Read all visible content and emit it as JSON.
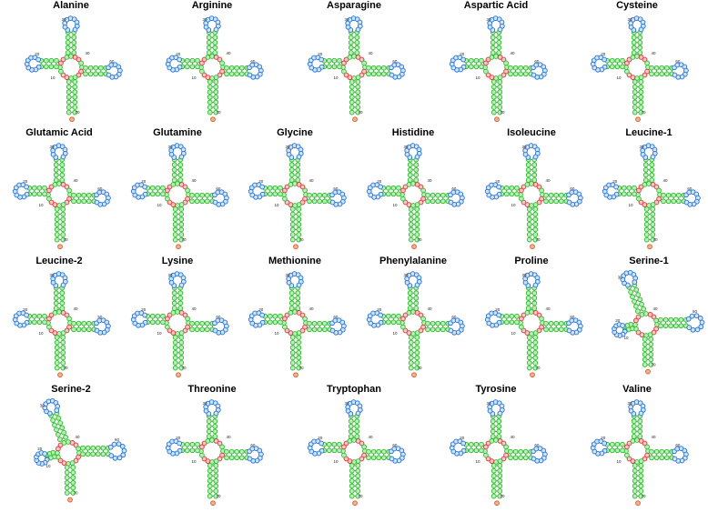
{
  "colors": {
    "stem": "#2eb82e",
    "stem_fill": "#b8f0b8",
    "loop": "#1f6fd1",
    "loop_fill": "#cfe3fb",
    "junction": "#d83030",
    "junction_fill": "#f7c8c8",
    "terminal": "#d45a2a"
  },
  "panels": [
    {
      "name": "Alanine",
      "shape": "std",
      "labels": [
        "30",
        "40",
        "20",
        "10",
        "60",
        "70"
      ]
    },
    {
      "name": "Arginine",
      "shape": "std",
      "labels": [
        "30",
        "40",
        "20",
        "10",
        "60",
        "70"
      ]
    },
    {
      "name": "Asparagine",
      "shape": "std",
      "labels": [
        "30",
        "40",
        "20",
        "10",
        "60",
        "70"
      ]
    },
    {
      "name": "Aspartic Acid",
      "shape": "std",
      "labels": [
        "30",
        "40",
        "20",
        "10",
        "60",
        "70"
      ]
    },
    {
      "name": "Cysteine",
      "shape": "std",
      "labels": [
        "30",
        "40",
        "20",
        "10",
        "60",
        "70"
      ]
    },
    {
      "name": "Glutamic Acid",
      "shape": "std",
      "labels": [
        "30",
        "40",
        "20",
        "10",
        "60",
        "70"
      ]
    },
    {
      "name": "Glutamine",
      "shape": "std",
      "labels": [
        "30",
        "40",
        "20",
        "10",
        "60",
        "70"
      ]
    },
    {
      "name": "Glycine",
      "shape": "std",
      "labels": [
        "30",
        "40",
        "20",
        "10",
        "60",
        "70"
      ]
    },
    {
      "name": "Histidine",
      "shape": "std",
      "labels": [
        "30",
        "40",
        "20",
        "10",
        "60",
        "70"
      ]
    },
    {
      "name": "Isoleucine",
      "shape": "std",
      "labels": [
        "30",
        "40",
        "20",
        "10",
        "60",
        "70"
      ]
    },
    {
      "name": "Leucine-1",
      "shape": "std",
      "labels": [
        "30",
        "40",
        "20",
        "10",
        "60",
        "70"
      ]
    },
    {
      "name": "Leucine-2",
      "shape": "std",
      "labels": [
        "30",
        "40",
        "20",
        "10",
        "50",
        "70"
      ]
    },
    {
      "name": "Lysine",
      "shape": "std",
      "labels": [
        "30",
        "40",
        "20",
        "10",
        "60",
        "70"
      ]
    },
    {
      "name": "Methionine",
      "shape": "std",
      "labels": [
        "30",
        "40",
        "20",
        "10",
        "60",
        "70"
      ]
    },
    {
      "name": "Phenylalanine",
      "shape": "std",
      "labels": [
        "30",
        "40",
        "20",
        "10",
        "60",
        "70"
      ]
    },
    {
      "name": "Proline",
      "shape": "std",
      "labels": [
        "30",
        "40",
        "20",
        "10",
        "60",
        "70"
      ]
    },
    {
      "name": "Serine-1",
      "shape": "ser",
      "labels": [
        "30",
        "40",
        "20",
        "10",
        "50",
        "70"
      ]
    },
    {
      "name": "Serine-2",
      "shape": "ser",
      "labels": [
        "30",
        "40",
        "20",
        "10",
        "60",
        "70"
      ]
    },
    {
      "name": "Threonine",
      "shape": "std",
      "labels": [
        "30",
        "40",
        "20",
        "10",
        "60",
        "70"
      ]
    },
    {
      "name": "Tryptophan",
      "shape": "std",
      "labels": [
        "30",
        "40",
        "20",
        "10",
        "60",
        "70"
      ]
    },
    {
      "name": "Tyrosine",
      "shape": "std",
      "labels": [
        "30",
        "40",
        "20",
        "10",
        "60",
        "70"
      ]
    },
    {
      "name": "Valine",
      "shape": "std",
      "labels": [
        "30",
        "40",
        "20",
        "10",
        "60",
        "70"
      ]
    }
  ]
}
